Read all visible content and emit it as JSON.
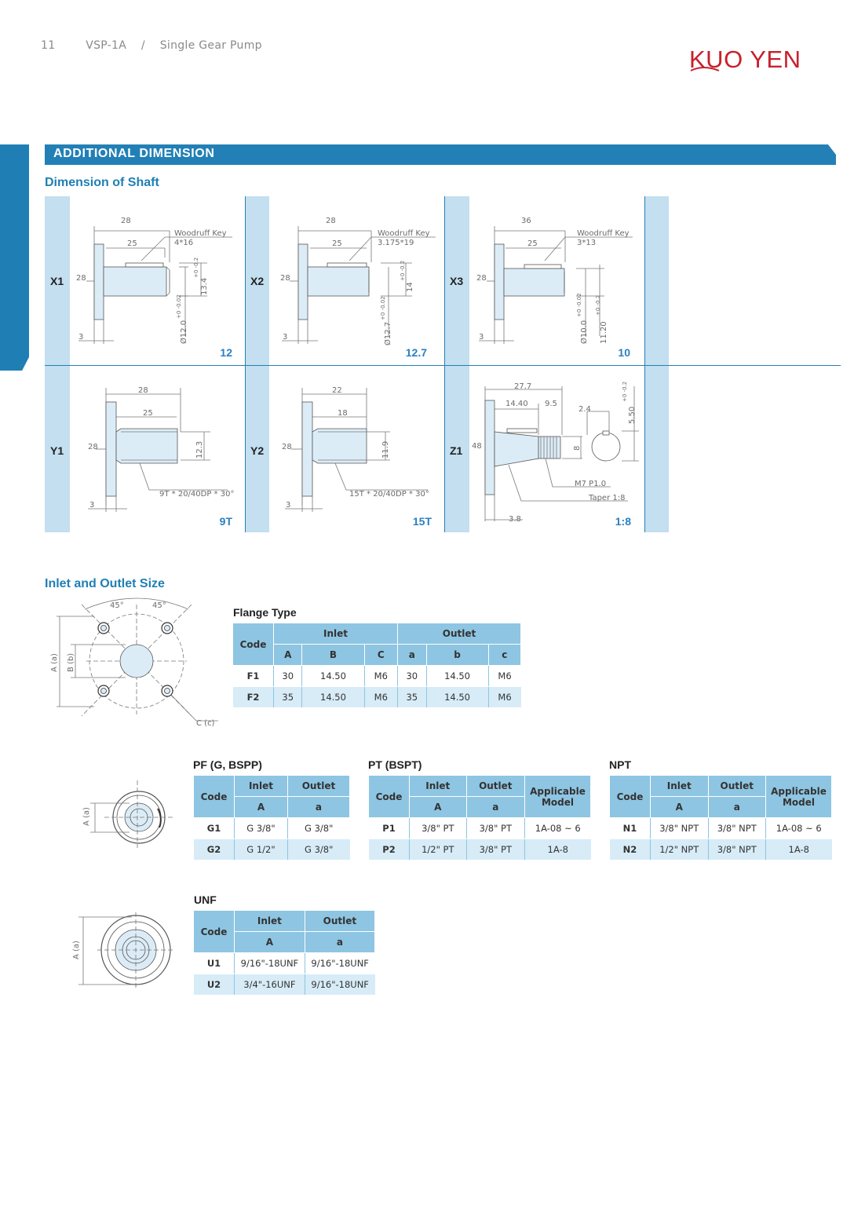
{
  "header": {
    "page_number": "11",
    "model": "VSP-1A",
    "separator": "/",
    "product": "Single Gear Pump",
    "brand": "KUO YEN"
  },
  "section_title": "ADDITIONAL DIMENSION",
  "shaft": {
    "title": "Dimension of Shaft",
    "cells": [
      {
        "code": "X1",
        "value": "12",
        "dims": {
          "len_total": "28",
          "len_key": "25",
          "key_label": "Woodruff Key",
          "key_size": "4*16",
          "flange": "28",
          "step": "3",
          "diameter": "Ø12.0",
          "tol_d": "+0 -0.02",
          "height": "13.4",
          "tol_h": "+0 -0.2"
        }
      },
      {
        "code": "X2",
        "value": "12.7",
        "dims": {
          "len_total": "28",
          "len_key": "25",
          "key_label": "Woodruff Key",
          "key_size": "3.175*19",
          "flange": "28",
          "step": "3",
          "diameter": "Ø12.7",
          "tol_d": "+0 -0.02",
          "height": "14",
          "tol_h": "+0 -0.2"
        }
      },
      {
        "code": "X3",
        "value": "10",
        "dims": {
          "len_total": "36",
          "len_key": "25",
          "key_label": "Woodruff Key",
          "key_size": "3*13",
          "flange": "28",
          "step": "3",
          "diameter": "Ø10.0",
          "tol_d": "+0 -0.02",
          "height": "11.20",
          "tol_h": "+0 -0.2"
        }
      },
      {
        "code": "Y1",
        "value": "9T",
        "dims": {
          "len_total": "28",
          "len_key": "25",
          "flange": "28",
          "step": "3",
          "height": "12.3",
          "spline": "9T * 20/40DP * 30°"
        }
      },
      {
        "code": "Y2",
        "value": "15T",
        "dims": {
          "len_total": "22",
          "len_key": "18",
          "flange": "28",
          "step": "3",
          "height": "11.9",
          "spline": "15T * 20/40DP * 30°"
        }
      },
      {
        "code": "Z1",
        "value": "1:8",
        "dims": {
          "len_total": "27.7",
          "len_a": "14.40",
          "len_b": "9.5",
          "flange": "48",
          "step": "3.8",
          "thread_d": "8",
          "key_w": "2.4",
          "key_h": "5.50",
          "tol_k": "+0 -0.2",
          "thread": "M7  P1.0",
          "taper": "Taper 1:8"
        }
      }
    ]
  },
  "ports": {
    "title": "Inlet and Outlet Size",
    "drawing_labels": {
      "a": "A (a)",
      "b": "B (b)",
      "c": "C (c)",
      "angle": "45°"
    },
    "flange": {
      "title": "Flange Type",
      "head_code": "Code",
      "group_inlet": "Inlet",
      "group_outlet": "Outlet",
      "cols": [
        "A",
        "B",
        "C",
        "a",
        "b",
        "c"
      ],
      "rows": [
        {
          "code": "F1",
          "vals": [
            "30",
            "14.50",
            "M6",
            "30",
            "14.50",
            "M6"
          ]
        },
        {
          "code": "F2",
          "vals": [
            "35",
            "14.50",
            "M6",
            "35",
            "14.50",
            "M6"
          ]
        }
      ]
    },
    "pf": {
      "title": "PF (G, BSPP)",
      "head_code": "Code",
      "inlet": "Inlet",
      "outlet": "Outlet",
      "col_in": "A",
      "col_out": "a",
      "rows": [
        {
          "code": "G1",
          "in": "G 3/8\"",
          "out": "G 3/8\""
        },
        {
          "code": "G2",
          "in": "G 1/2\"",
          "out": "G 3/8\""
        }
      ]
    },
    "pt": {
      "title": "PT (BSPT)",
      "head_code": "Code",
      "inlet": "Inlet",
      "outlet": "Outlet",
      "col_in": "A",
      "col_out": "a",
      "model_head": "Applicable Model",
      "rows": [
        {
          "code": "P1",
          "in": "3/8\" PT",
          "out": "3/8\" PT",
          "model": "1A-08 ~ 6"
        },
        {
          "code": "P2",
          "in": "1/2\" PT",
          "out": "3/8\" PT",
          "model": "1A-8"
        }
      ]
    },
    "npt": {
      "title": "NPT",
      "head_code": "Code",
      "inlet": "Inlet",
      "outlet": "Outlet",
      "col_in": "A",
      "col_out": "a",
      "model_head": "Applicable Model",
      "rows": [
        {
          "code": "N1",
          "in": "3/8\" NPT",
          "out": "3/8\" NPT",
          "model": "1A-08 ~ 6"
        },
        {
          "code": "N2",
          "in": "1/2\" NPT",
          "out": "3/8\" NPT",
          "model": "1A-8"
        }
      ]
    },
    "unf": {
      "title": "UNF",
      "head_code": "Code",
      "inlet": "Inlet",
      "outlet": "Outlet",
      "col_in": "A",
      "col_out": "a",
      "rows": [
        {
          "code": "U1",
          "in": "9/16\"-18UNF",
          "out": "9/16\"-18UNF"
        },
        {
          "code": "U2",
          "in": "3/4\"-16UNF",
          "out": "9/16\"-18UNF"
        }
      ]
    }
  },
  "colors": {
    "accent": "#2280b6",
    "brand": "#c8202c",
    "band": "#c3dff0",
    "table_head": "#8ec5e2",
    "table_alt": "#d7ecf7"
  }
}
